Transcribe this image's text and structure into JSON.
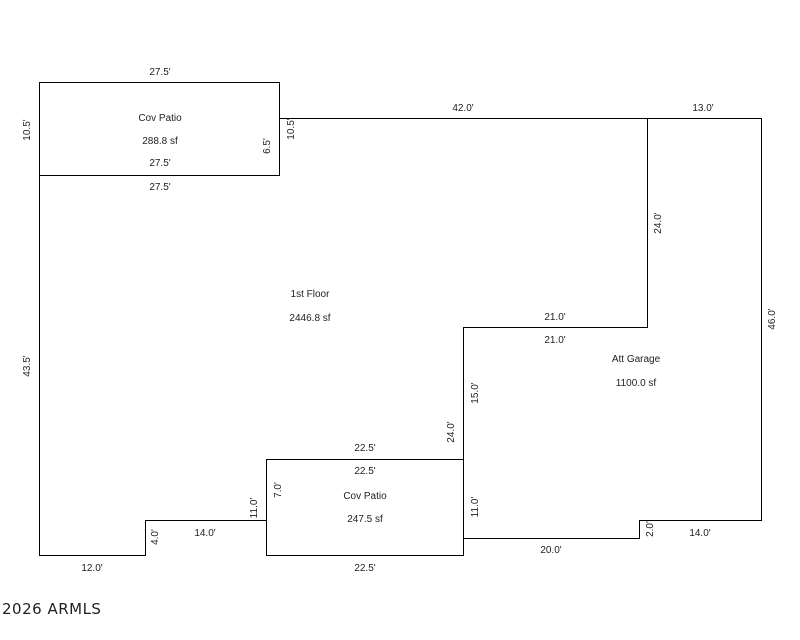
{
  "rooms": {
    "patio_top": {
      "name": "Cov Patio",
      "area": "288.8 sf"
    },
    "first_floor": {
      "name": "1st Floor",
      "area": "2446.8 sf"
    },
    "garage": {
      "name": "Att Garage",
      "area": "1100.0 sf"
    },
    "patio_bottom": {
      "name": "Cov Patio",
      "area": "247.5 sf"
    }
  },
  "dimensions": {
    "patio_top_width": "27.5'",
    "patio_top_left": "10.5'",
    "patio_top_right_inner": "6.5'",
    "patio_top_right_outer": "10.5'",
    "patio_top_bottom_inner": "27.5'",
    "patio_top_bottom_outer": "27.5'",
    "top_middle": "42.0'",
    "top_right": "13.0'",
    "garage_left_upper": "24.0'",
    "garage_right": "46.0'",
    "left_wall": "43.5'",
    "garage_step_outer": "21.0'",
    "garage_step_inner": "21.0'",
    "garage_inner_vertical": "15.0'",
    "center_vertical": "24.0'",
    "patio_bottom_top_outer": "22.5'",
    "patio_bottom_top_inner": "22.5'",
    "patio_bottom_left_inner": "7.0'",
    "patio_bottom_left_outer": "11.0'",
    "patio_bottom_right": "11.0'",
    "patio_bottom_width": "22.5'",
    "bottom_left": "12.0'",
    "left_step": "4.0'",
    "left_notch": "14.0'",
    "bottom_garage": "20.0'",
    "right_step": "2.0'",
    "right_notch": "14.0'"
  },
  "copyright": "2026 ARMLS"
}
